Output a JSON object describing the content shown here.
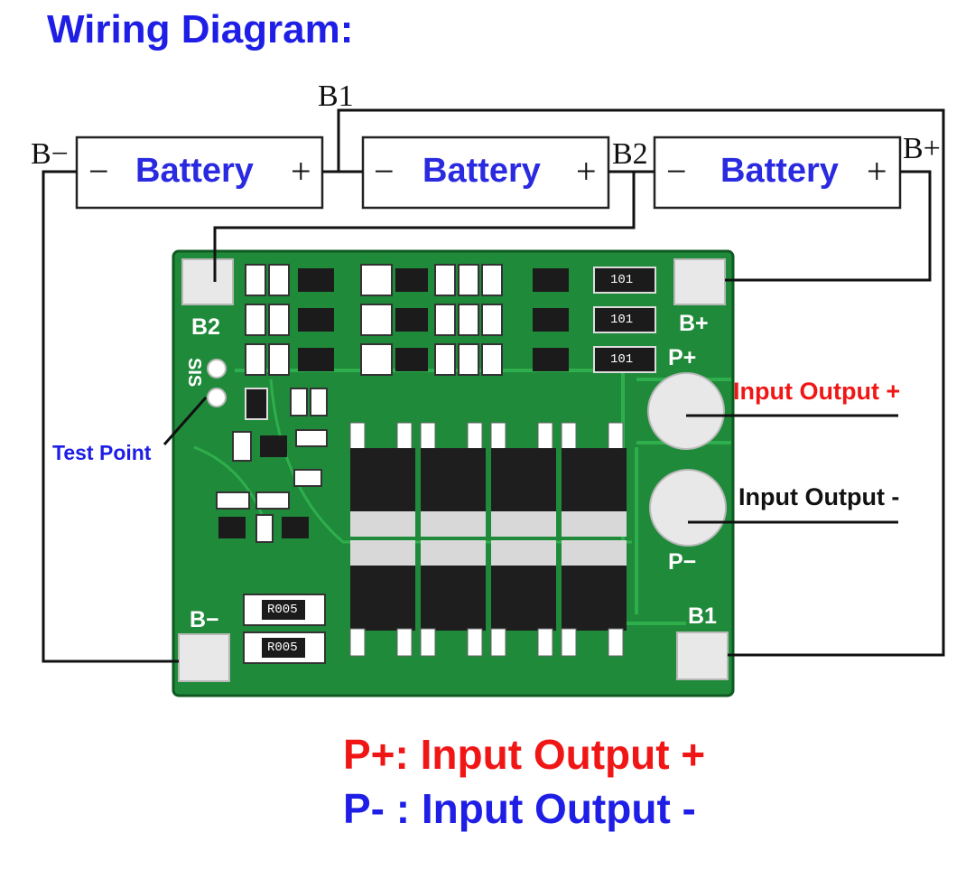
{
  "title": "Wiring Diagram:",
  "batteries": [
    {
      "label": "Battery",
      "neg": "−",
      "pos": "+"
    },
    {
      "label": "Battery",
      "neg": "−",
      "pos": "+"
    },
    {
      "label": "Battery",
      "neg": "−",
      "pos": "+"
    }
  ],
  "wire_labels": {
    "b_minus": "B−",
    "b1": "B1",
    "b2": "B2",
    "b_plus": "B+"
  },
  "pcb_labels": {
    "b2": "B2",
    "b_plus": "B+",
    "p_plus": "P+",
    "p_minus": "P−",
    "b_minus": "B−",
    "b1": "B1",
    "sis": "SIS"
  },
  "resistor_labels": {
    "r1": "101",
    "r2": "101",
    "r3": "101",
    "shunt1": "R005",
    "shunt2": "R005"
  },
  "annotations": {
    "input_output_plus": "Input Output +",
    "input_output_minus": "Input Output -",
    "test_point": "Test Point"
  },
  "legend": {
    "p_plus": "P+: Input Output +",
    "p_minus": "P- : Input Output -"
  },
  "colors": {
    "title": "#1e1ee6",
    "red": "#f01616",
    "pcb": "#1f8a3a",
    "wire": "#111111"
  }
}
